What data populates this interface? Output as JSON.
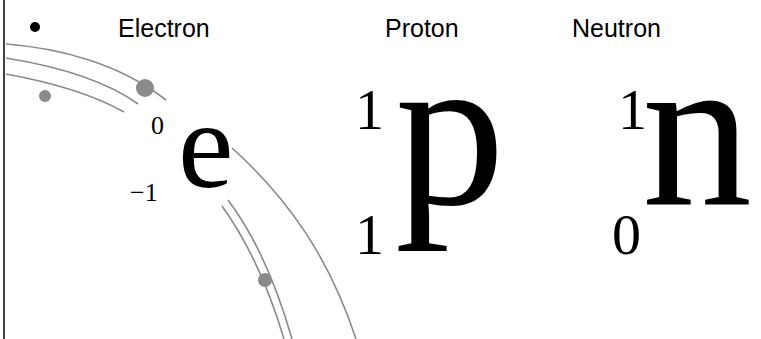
{
  "diagram": {
    "labels": [
      "Electron",
      "Proton",
      "Neutron",
      "0",
      "−1",
      "e",
      "1",
      "1",
      "p",
      "1",
      "0",
      "n"
    ]
  }
}
